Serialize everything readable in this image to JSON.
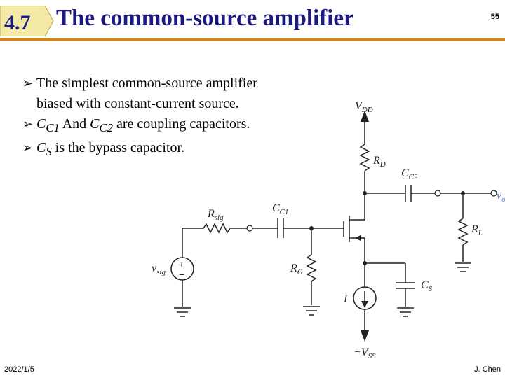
{
  "header": {
    "section_number": "4.7",
    "title": "The common-source amplifier",
    "slide_number": "55"
  },
  "bullets": [
    {
      "parts": [
        "The simplest common-source amplifier biased with constant-current source."
      ]
    },
    {
      "c1_main": "C",
      "c1_sub": "C1",
      "mid": " And ",
      "c2_main": "C",
      "c2_sub": "C2",
      "tail": " are coupling capacitors."
    },
    {
      "cs_main": "C",
      "cs_sub": "S",
      "tail": " is the bypass capacitor."
    }
  ],
  "circuit": {
    "labels": {
      "vdd_main": "V",
      "vdd_sub": "DD",
      "rd_main": "R",
      "rd_sub": "D",
      "cc2_main": "C",
      "cc2_sub": "C2",
      "vo_main": "v",
      "vo_sub": "o",
      "rsig_main": "R",
      "rsig_sub": "sig",
      "cc1_main": "C",
      "cc1_sub": "C1",
      "rl_main": "R",
      "rl_sub": "L",
      "vsig_main": "v",
      "vsig_sub": "sig",
      "rg_main": "R",
      "rg_sub": "G",
      "cs_main": "C",
      "cs_sub": "S",
      "i_label": "I",
      "vss_main": "−V",
      "vss_sub": "SS",
      "plus": "+",
      "minus": "−"
    },
    "colors": {
      "wire": "#222222",
      "vo_label": "#4a7fc0"
    }
  },
  "footer": {
    "date": "2022/1/5",
    "author": "J. Chen"
  },
  "theme": {
    "title_color": "#1a1a80",
    "rule_color": "#c5832a",
    "badge_fill": "#f3e9a6"
  }
}
